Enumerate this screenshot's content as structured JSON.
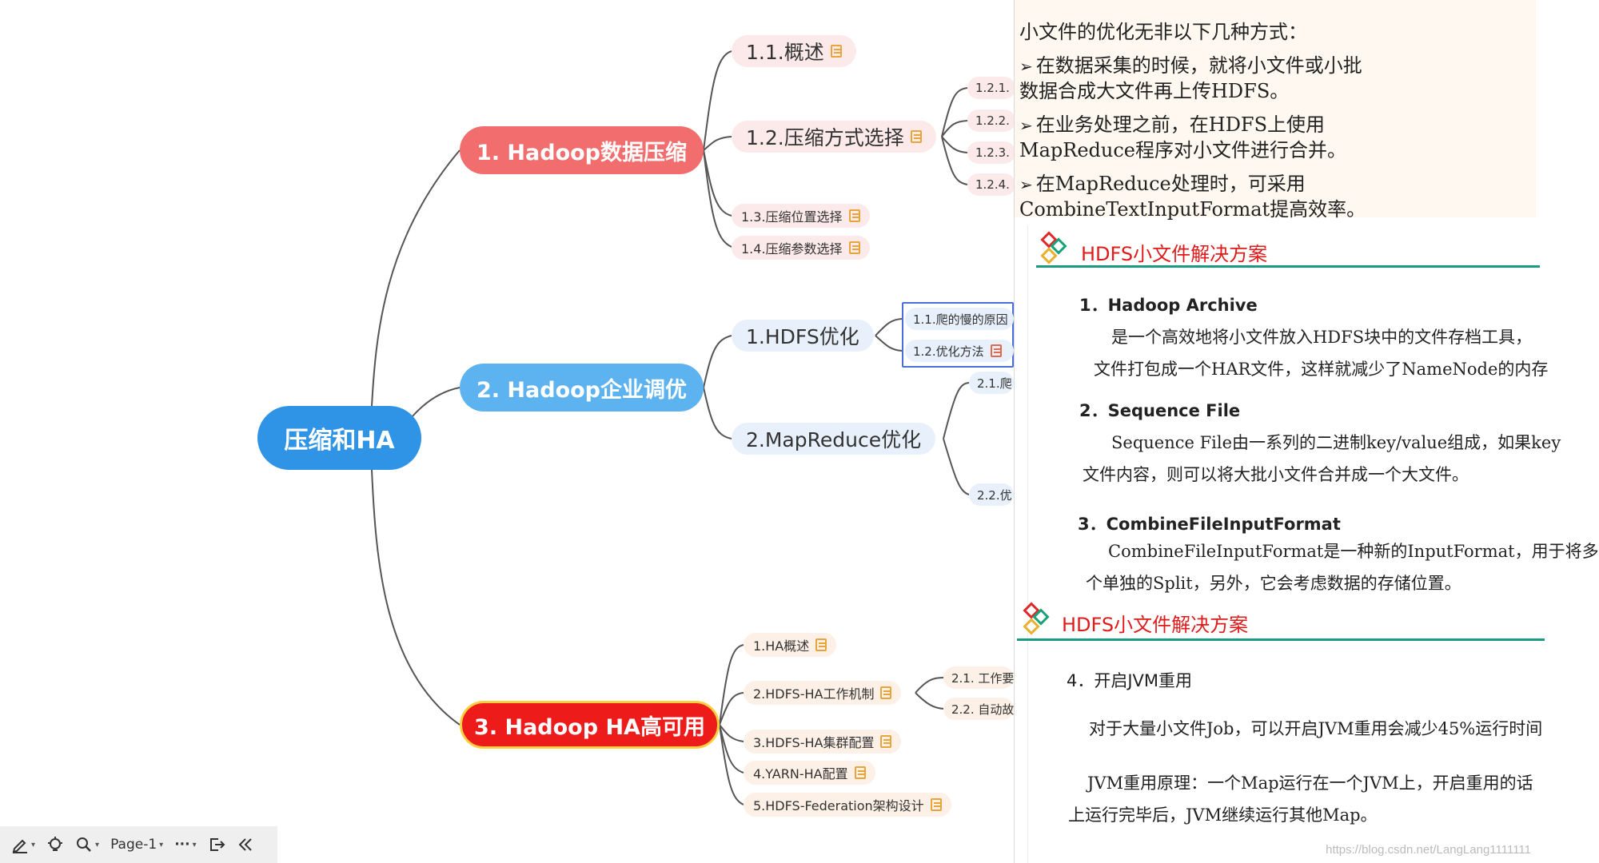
{
  "mindmap": {
    "root": "压缩和HA",
    "branch1": {
      "label": "1. Hadoop数据压缩",
      "color": "#f26d6d",
      "children": [
        "1.1.概述",
        "1.2.压缩方式选择",
        "1.3.压缩位置选择",
        "1.4.压缩参数选择"
      ],
      "sub_1_2": [
        "1.2.1.",
        "1.2.2.",
        "1.2.3.",
        "1.2.4."
      ]
    },
    "branch2": {
      "label": "2. Hadoop企业调优",
      "color": "#5db3ef",
      "children": [
        "1.HDFS优化",
        "2.MapReduce优化"
      ],
      "sub_hdfs": [
        "1.1.爬的慢的原因",
        "1.2.优化方法"
      ],
      "sub_mr": [
        "2.1.爬",
        "2.2.优"
      ]
    },
    "branch3": {
      "label": "3. Hadoop HA高可用",
      "color": "#ee1b1b",
      "children": [
        "1.HA概述",
        "2.HDFS-HA工作机制",
        "3.HDFS-HA集群配置",
        "4.YARN-HA配置",
        "5.HDFS-Federation架构设计"
      ],
      "sub_2": [
        "2.1. 工作要",
        "2.2. 自动故"
      ]
    }
  },
  "doc": {
    "top_lines": [
      "小文件的优化无非以下几种方式：",
      "在数据采集的时候，就将小文件或小批",
      "数据合成大文件再上传HDFS。",
      "在业务处理之前，在HDFS上使用",
      "MapReduce程序对小文件进行合并。",
      "在MapReduce处理时，可采用",
      "CombineTextInputFormat提高效率。"
    ],
    "arrow": "➢",
    "section_title": "HDFS小文件解决方案",
    "h1": "1．Hadoop Archive",
    "p1a": "是一个高效地将小文件放入HDFS块中的文件存档工具，",
    "p1b": "文件打包成一个HAR文件，这样就减少了NameNode的内存",
    "h2": "2．Sequence File",
    "p2a": "Sequence File由一系列的二进制key/value组成，如果key",
    "p2b": "文件内容，则可以将大批小文件合并成一个大文件。",
    "h3": "3．CombineFileInputFormat",
    "p3a": "CombineFileInputFormat是一种新的InputFormat，用于将多",
    "p3b": "个单独的Split，另外，它会考虑数据的存储位置。",
    "section_title2": "HDFS小文件解决方案",
    "h4": "4．开启JVM重用",
    "p4a": "对于大量小文件Job，可以开启JVM重用会减少45%运行时间",
    "p4b": "JVM重用原理：一个Map运行在一个JVM上，开启重用的话",
    "p4c": "上运行完毕后，JVM继续运行其他Map。",
    "watermark": "https://blog.csdn.net/LangLang1111111"
  },
  "toolbar": {
    "page_label": "Page-1",
    "more": "···",
    "icons": [
      "pen-icon",
      "bulb-icon",
      "search-icon",
      "export-icon",
      "collapse-icon"
    ]
  }
}
